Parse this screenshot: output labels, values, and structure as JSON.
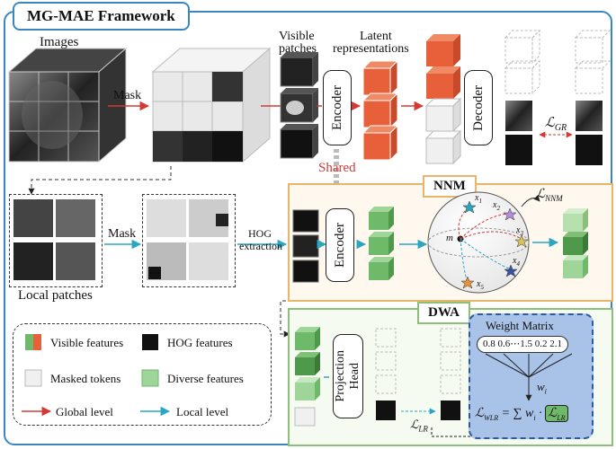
{
  "title": "MG-MAE Framework",
  "labels": {
    "images": "Images",
    "mask_top": "Mask",
    "visible_patches_1": "Visible",
    "visible_patches_2": "patches",
    "latent_1": "Latent",
    "latent_2": "representations",
    "encoder": "Encoder",
    "decoder": "Decoder",
    "loss_gr": "ℒ",
    "loss_gr_sub": "GR",
    "shared": "Shared",
    "mask_local": "Mask",
    "hog_1": "HOG",
    "hog_2": "extraction",
    "local_patches": "Local patches",
    "nnm": "NNM",
    "encoder_local": "Encoder",
    "loss_nnm": "ℒ",
    "loss_nnm_sub": "NNM",
    "sphere_m": "m",
    "x1": "x",
    "x2": "x",
    "x3": "x",
    "x4": "x",
    "x5": "x",
    "dwa": "DWA",
    "projection_1": "Projection",
    "projection_2": "Head",
    "weight_matrix": "Weight Matrix",
    "weights": "0.8 0.6⋯1.5 0.2 2.1",
    "w_i": "w",
    "loss_lr": "ℒ",
    "loss_lr_sub": "LR",
    "loss_wlr": "ℒ",
    "loss_wlr_sub": "WLR",
    "eq_rest": "= ∑ w",
    "eq_dot": "·"
  },
  "legend": [
    {
      "label": "Visible features"
    },
    {
      "label": "HOG features"
    },
    {
      "label": "Masked tokens"
    },
    {
      "label": "Diverse features"
    },
    {
      "label": "Global level"
    },
    {
      "label": "Local level"
    }
  ],
  "colors": {
    "frame": "#3a86c4",
    "red_arrow": "#d23a36",
    "cyan_arrow": "#2aa6c2",
    "orange_cube": "#e8603a",
    "green_cube": "#6fb96a",
    "nnm_border": "#e8b56b",
    "dwa_border": "#8cc07a",
    "weight_box": "#a9c2e8"
  }
}
